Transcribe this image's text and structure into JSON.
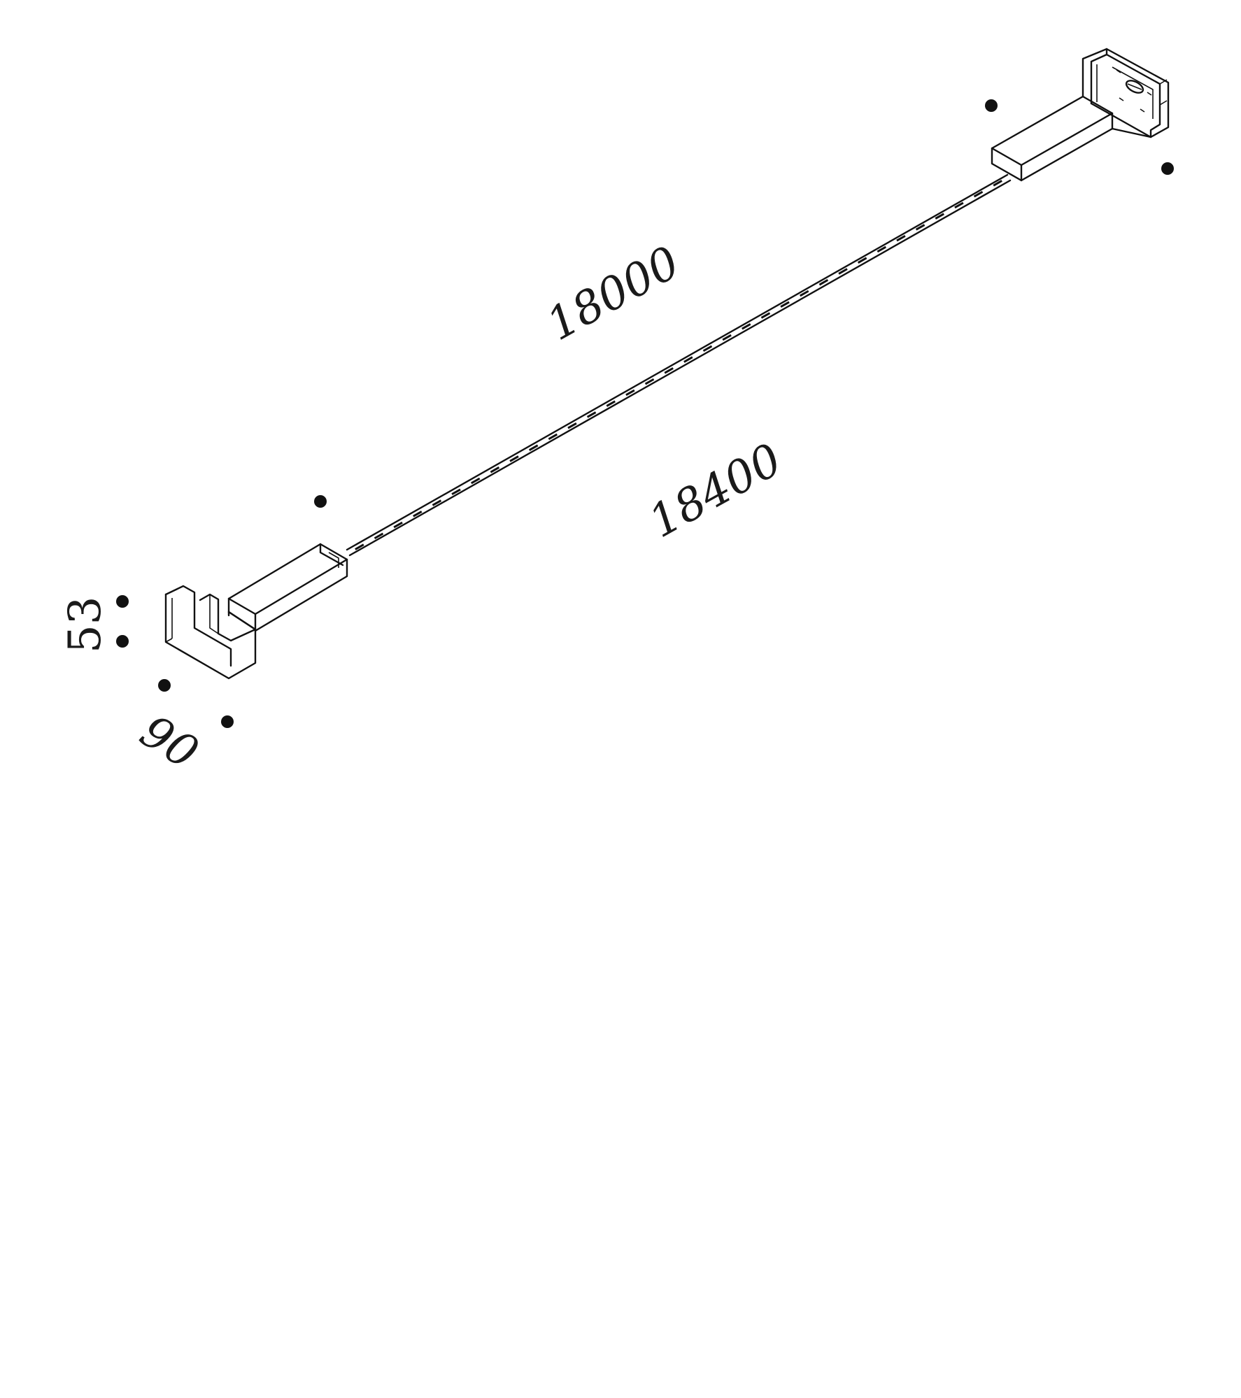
{
  "dimensions": {
    "inner_length": "18000",
    "outer_length": "18400",
    "height": "53",
    "width": "90"
  },
  "colors": {
    "line": "#111111",
    "text": "#1a1a1a",
    "background": "#ffffff"
  }
}
